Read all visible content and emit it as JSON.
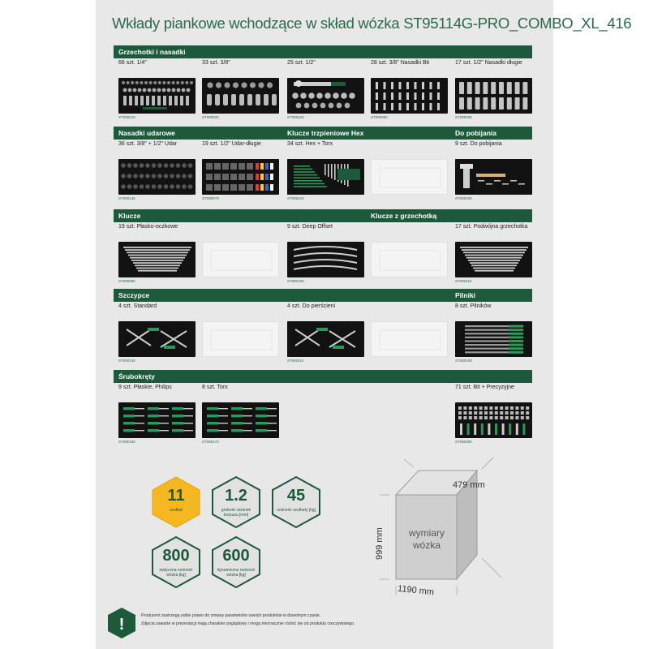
{
  "title": "Wkłady piankowe wchodzące w skład wózka ST95114G-PRO_COMBO_XL_416",
  "colors": {
    "brand_green": "#1c5a3b",
    "accent_gold": "#f5b820",
    "background": "#e8e8e8"
  },
  "rows": [
    {
      "categories": [
        {
          "col": 0,
          "label": "Grzechotki i nasadki"
        }
      ],
      "items": [
        {
          "caption": "66 szt. 1/4\"",
          "code": "ST090010",
          "ghost": false,
          "kind": "sockets"
        },
        {
          "caption": "33 szt. 3/8\"",
          "code": "ST090020",
          "ghost": false,
          "kind": "sockets-big"
        },
        {
          "caption": "25 szt. 1/2\"",
          "code": "ST090040",
          "ghost": false,
          "kind": "ratchet"
        },
        {
          "caption": "28 szt. 3/8\" Nasadki Bit",
          "code": "ST090060",
          "ghost": false,
          "kind": "bits"
        },
        {
          "caption": "17 szt. 1/2\" Nasadki długie",
          "code": "ST090050",
          "ghost": false,
          "kind": "long"
        }
      ]
    },
    {
      "categories": [
        {
          "col": 0,
          "label": "Nasadki udarowe"
        },
        {
          "col": 2,
          "label": "Klucze trzpieniowe Hex"
        },
        {
          "col": 4,
          "label": "Do pobijania"
        }
      ],
      "items": [
        {
          "caption": "36 szt. 3/8\" + 1/2\" Udar",
          "code": "ST090145",
          "ghost": false,
          "kind": "impact"
        },
        {
          "caption": "19 szt. 1/2\" Udar-długie",
          "code": "ST090070",
          "ghost": false,
          "kind": "impact-long"
        },
        {
          "caption": "34 szt. Hex + Torx",
          "code": "ST090210",
          "ghost": false,
          "kind": "hex"
        },
        {
          "caption": "",
          "code": "",
          "ghost": true,
          "kind": "ghost"
        },
        {
          "caption": "9 szt. Do pobijania",
          "code": "ST090230",
          "ghost": false,
          "kind": "hammer"
        }
      ]
    },
    {
      "categories": [
        {
          "col": 0,
          "label": "Klucze"
        },
        {
          "col": 3,
          "label": "Klucze z grzechotką"
        }
      ],
      "items": [
        {
          "caption": "19 szt. Płasko-oczkowe",
          "code": "ST090080",
          "ghost": false,
          "kind": "wrench"
        },
        {
          "caption": "",
          "code": "",
          "ghost": true,
          "kind": "ghost"
        },
        {
          "caption": "9 szt. Deep Offset",
          "code": "ST090100",
          "ghost": false,
          "kind": "offset"
        },
        {
          "caption": "",
          "code": "",
          "ghost": true,
          "kind": "ghost"
        },
        {
          "caption": "17 szt. Podwójna grzechotka",
          "code": "ST090110",
          "ghost": false,
          "kind": "wrench"
        }
      ]
    },
    {
      "categories": [
        {
          "col": 0,
          "label": "Szczypce"
        },
        {
          "col": 4,
          "label": "Pilniki"
        }
      ],
      "items": [
        {
          "caption": "4 szt. Standard",
          "code": "ST090130",
          "ghost": false,
          "kind": "pliers"
        },
        {
          "caption": "",
          "code": "",
          "ghost": true,
          "kind": "ghost"
        },
        {
          "caption": "4 szt. Do pierścieni",
          "code": "ST090110",
          "ghost": false,
          "kind": "pliers"
        },
        {
          "caption": "",
          "code": "",
          "ghost": true,
          "kind": "ghost"
        },
        {
          "caption": "8 szt. Pilników",
          "code": "ST090100",
          "ghost": false,
          "kind": "files"
        }
      ]
    },
    {
      "categories": [
        {
          "col": 0,
          "label": "Śrubokręty"
        }
      ],
      "items": [
        {
          "caption": "9 szt. Płaskie, Philips",
          "code": "ST090160",
          "ghost": false,
          "kind": "screwdrivers"
        },
        {
          "caption": "8 szt. Torx",
          "code": "ST090170",
          "ghost": false,
          "kind": "screwdrivers"
        },
        {
          "caption": "",
          "code": "",
          "ghost": false,
          "kind": "none"
        },
        {
          "caption": "",
          "code": "",
          "ghost": false,
          "kind": "none"
        },
        {
          "caption": "71 szt. Bit + Precyzyjne",
          "code": "ST090250",
          "ghost": false,
          "kind": "precision"
        }
      ]
    }
  ],
  "specs": [
    {
      "value": "11",
      "label": "szuflad",
      "gold": true
    },
    {
      "value": "1.2",
      "label": "grubość ścianek korpusu [mm]",
      "gold": false
    },
    {
      "value": "45",
      "label": "nośność szuflady [kg]",
      "gold": false
    },
    {
      "value": "800",
      "label": "statyczna nośność wózka [kg]",
      "gold": false
    },
    {
      "value": "600",
      "label": "dynamiczna nośność wózka [kg]",
      "gold": false
    }
  ],
  "dimensions": {
    "depth": "479 mm",
    "height": "999 mm",
    "width": "1190 mm",
    "box_label_1": "wymiary",
    "box_label_2": "wózka"
  },
  "footer": {
    "warning_icon": "exclamation-icon",
    "warning_mark": "!",
    "line1": "Producent zastrzega sobie prawo do zmiany parametrów swoich produktów w dowolnym czasie.",
    "line2": "Zdjęcia zawarte w prezentacji mają charakter poglądowy i mogą nieznacznie różnić się od produktu rzeczywistego."
  }
}
